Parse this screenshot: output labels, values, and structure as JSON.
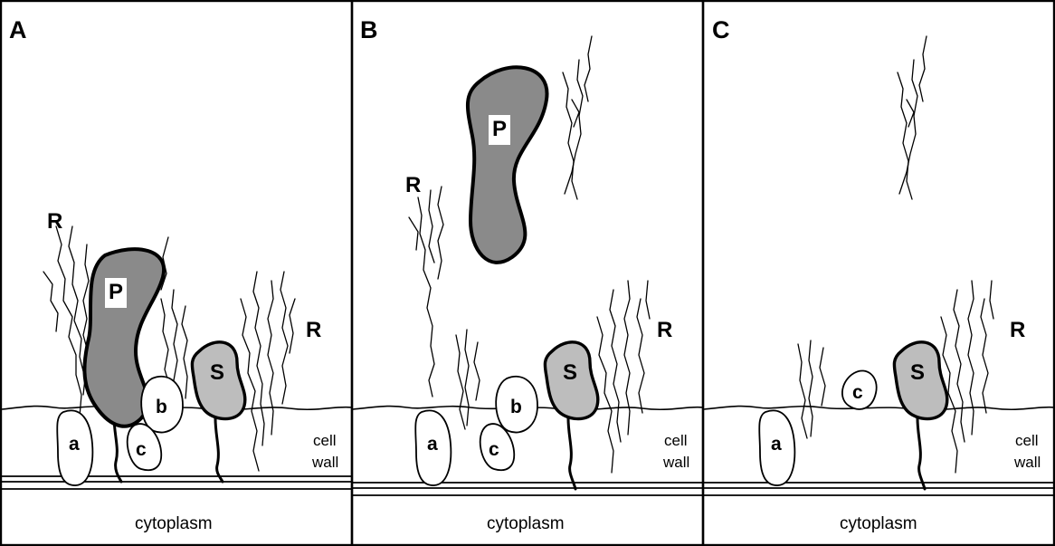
{
  "figure": {
    "panels": [
      {
        "letter": "A",
        "labels": {
          "P": "P",
          "S": "S",
          "R_left": "R",
          "R_right": "R",
          "a": "a",
          "b": "b",
          "c": "c",
          "cell": "cell",
          "wall": "wall",
          "cytoplasm": "cytoplasm"
        }
      },
      {
        "letter": "B",
        "labels": {
          "P": "P",
          "S": "S",
          "R_left": "R",
          "R_right": "R",
          "a": "a",
          "b": "b",
          "c": "c",
          "cell": "cell",
          "wall": "wall",
          "cytoplasm": "cytoplasm"
        }
      },
      {
        "letter": "C",
        "labels": {
          "S": "S",
          "R_right": "R",
          "a": "a",
          "c": "c",
          "cell": "cell",
          "wall": "wall",
          "cytoplasm": "cytoplasm"
        }
      }
    ]
  },
  "colors": {
    "P_fill": "#8a8a8a",
    "S_fill": "#bdbdbd",
    "outline": "#000000",
    "background": "#ffffff"
  }
}
